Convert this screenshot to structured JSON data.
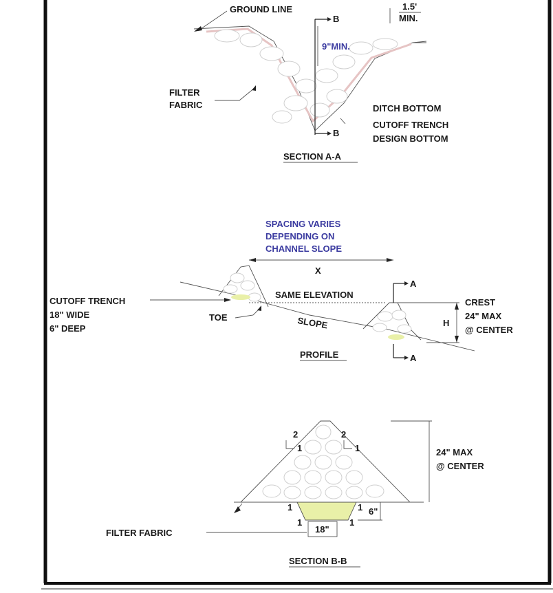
{
  "section_a": {
    "ground_line": "GROUND LINE",
    "b_top": "B",
    "slope_num": "1.5'",
    "slope_den": "MIN.",
    "depth_min": "9\"MIN.",
    "filter_fabric_1": "FILTER",
    "filter_fabric_2": "FABRIC",
    "ditch_bottom": "DITCH BOTTOM",
    "cutoff_1": "CUTOFF TRENCH",
    "cutoff_2": "DESIGN BOTTOM",
    "b_bottom": "B",
    "title": "SECTION A-A"
  },
  "profile": {
    "spacing_1": "SPACING VARIES",
    "spacing_2": "DEPENDING ON",
    "spacing_3": "CHANNEL SLOPE",
    "x_label": "X",
    "same_elevation": "SAME ELEVATION",
    "a_top": "A",
    "crest_1": "CREST",
    "crest_2": "24\" MAX",
    "crest_3": "@ CENTER",
    "h_label": "H",
    "cutoff_1": "CUTOFF TRENCH",
    "cutoff_2": "18\" WIDE",
    "cutoff_3": "6\" DEEP",
    "toe": "TOE",
    "slope": "SLOPE",
    "a_bottom": "A",
    "title": "PROFILE"
  },
  "section_b": {
    "ratio_left_top": "2",
    "ratio_left_side": "1",
    "ratio_right_top": "2",
    "ratio_right_side": "1",
    "max_1": "24\" MAX",
    "max_2": "@ CENTER",
    "trench_left": "1",
    "trench_left_run": "1",
    "trench_right": "1",
    "trench_right_run": "1",
    "depth": "6\"",
    "width": "18\"",
    "filter_fabric": "FILTER FABRIC",
    "title": "SECTION B-B"
  },
  "colors": {
    "border": "#111111",
    "text": "#1a1a1a",
    "blue_text": "#3b3ba0",
    "stone_outline": "#cfcfcf",
    "fabric_pink": "#e6c4c4",
    "trench_fill": "#e9f0a8"
  }
}
